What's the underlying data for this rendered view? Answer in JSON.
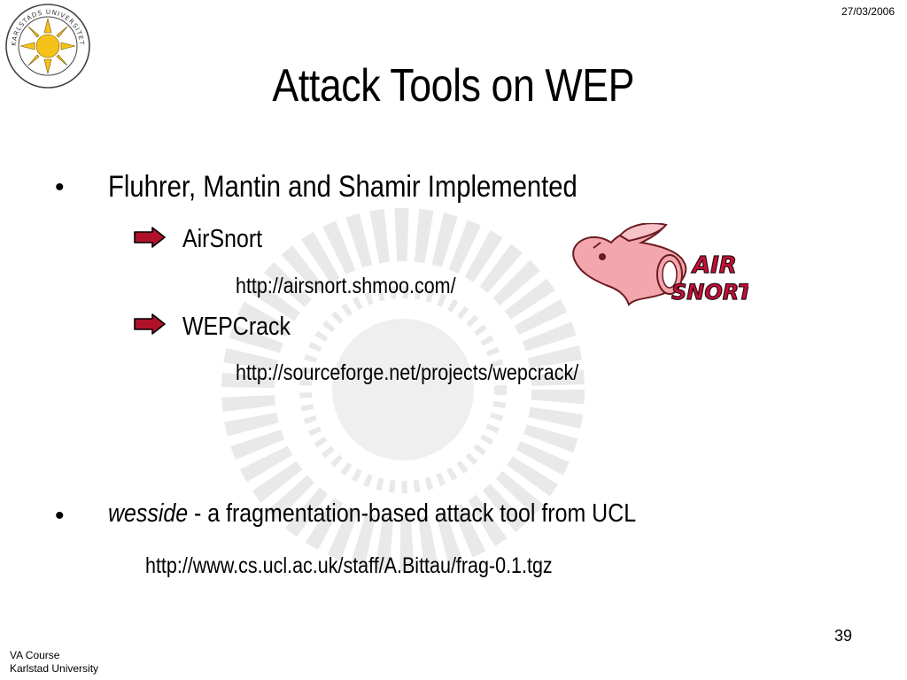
{
  "header": {
    "date": "27/03/2006"
  },
  "slide": {
    "title": "Attack Tools on WEP",
    "bullet_symbol": "•",
    "bullet1": {
      "text": "Fluhrer, Mantin and Shamir Implemented",
      "items": [
        {
          "name": "AirSnort",
          "url": "http://airsnort.shmoo.com/"
        },
        {
          "name": "WEPCrack",
          "url": "http://sourceforge.net/projects/wepcrack/"
        }
      ]
    },
    "bullet2": {
      "italic": "wesside",
      "rest": " - a fragmentation-based attack tool from UCL",
      "url": "http://www.cs.ucl.ac.uk/staff/A.Bittau/frag-0.1.tgz"
    },
    "page_number": "39"
  },
  "footer": {
    "line1": "VA Course",
    "line2": "Karlstad University"
  },
  "logos": {
    "university_seal_text": "KARLSTADS UNIVERSITET",
    "airsnort_logo_text": [
      "AIR",
      "SNORT"
    ]
  },
  "colors": {
    "arrow": "#b0122a",
    "seal_sun": "#f6c21a",
    "airsnort_pig": "#f3a7ad",
    "airsnort_text": "#c4103a"
  }
}
